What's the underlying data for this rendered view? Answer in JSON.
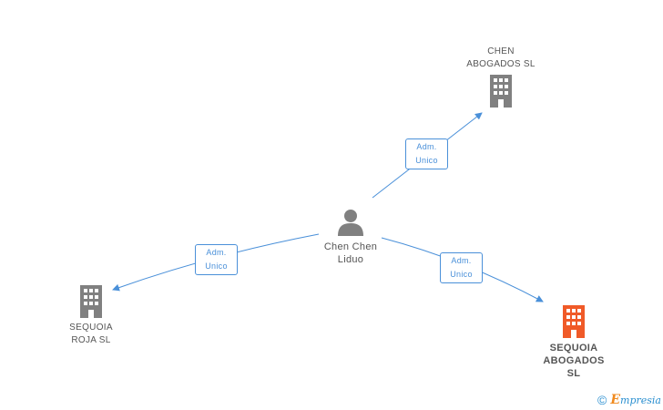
{
  "nodes": {
    "person": {
      "line1": "Chen Chen",
      "line2": "Liduo",
      "icon": "person-icon"
    },
    "chen_abogados": {
      "line1": "CHEN",
      "line2": "ABOGADOS SL",
      "icon": "building-icon"
    },
    "sequoia_roja": {
      "line1": "SEQUOIA",
      "line2": "ROJA SL",
      "icon": "building-icon"
    },
    "sequoia_abogados": {
      "line1": "SEQUOIA",
      "line2": "ABOGADOS",
      "line3": "SL",
      "icon": "building-icon"
    }
  },
  "edges": [
    {
      "line1": "Adm.",
      "line2": "Unico"
    },
    {
      "line1": "Adm.",
      "line2": "Unico"
    },
    {
      "line1": "Adm.",
      "line2": "Unico"
    }
  ],
  "colors": {
    "edge": "#4a90d9",
    "building": "#808080",
    "building_highlight": "#f05a28",
    "person": "#808080"
  },
  "footer": {
    "copyright": "©",
    "brand_initial": "E",
    "brand_rest": "mpresia"
  }
}
